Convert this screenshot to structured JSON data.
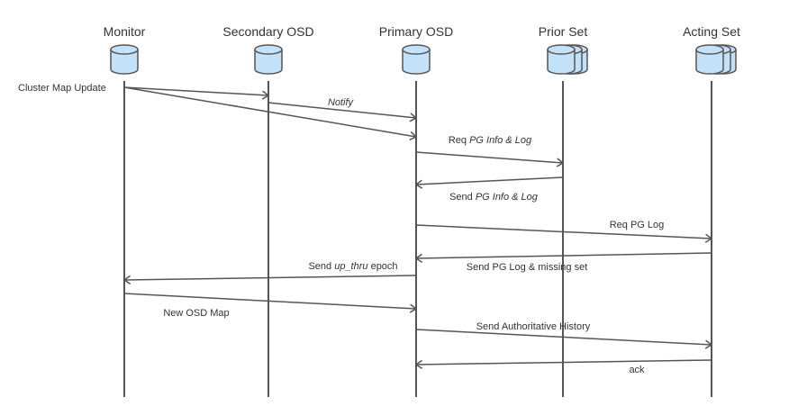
{
  "actors": [
    {
      "id": "monitor",
      "label": "Monitor",
      "icon": "single-cylinder"
    },
    {
      "id": "secondary",
      "label": "Secondary OSD",
      "icon": "single-cylinder"
    },
    {
      "id": "primary",
      "label": "Primary OSD",
      "icon": "single-cylinder"
    },
    {
      "id": "prior",
      "label": "Prior Set",
      "icon": "stacked-cylinders"
    },
    {
      "id": "acting",
      "label": "Acting Set",
      "icon": "stacked-cylinders"
    }
  ],
  "external_label": "Cluster Map Update",
  "messages": [
    {
      "from": "monitor",
      "to": "secondary",
      "parts": [
        {
          "t": ""
        }
      ]
    },
    {
      "from": "secondary",
      "to": "primary",
      "parts": [
        {
          "t": "Notify",
          "i": true
        }
      ]
    },
    {
      "from": "monitor",
      "to": "primary",
      "parts": [
        {
          "t": ""
        }
      ]
    },
    {
      "from": "primary",
      "to": "prior",
      "parts": [
        {
          "t": "Req "
        },
        {
          "t": "PG Info & Log",
          "i": true
        }
      ]
    },
    {
      "from": "prior",
      "to": "primary",
      "parts": [
        {
          "t": "Send "
        },
        {
          "t": "PG Info & Log",
          "i": true
        }
      ]
    },
    {
      "from": "primary",
      "to": "acting",
      "parts": [
        {
          "t": "Req PG Log"
        }
      ]
    },
    {
      "from": "acting",
      "to": "primary",
      "parts": [
        {
          "t": "Send PG Log & missing set"
        }
      ]
    },
    {
      "from": "primary",
      "to": "monitor",
      "parts": [
        {
          "t": "Send "
        },
        {
          "t": "up_thru",
          "i": true
        },
        {
          "t": " epoch"
        }
      ]
    },
    {
      "from": "monitor",
      "to": "primary",
      "parts": [
        {
          "t": "New OSD Map"
        }
      ]
    },
    {
      "from": "primary",
      "to": "acting",
      "parts": [
        {
          "t": "Send Authoritative History"
        }
      ]
    },
    {
      "from": "acting",
      "to": "primary",
      "parts": [
        {
          "t": "ack"
        }
      ]
    }
  ],
  "colors": {
    "line": "#555555",
    "cylinder_fill": "#c3e1f8",
    "cylinder_stroke": "#555555",
    "text": "#333333"
  }
}
